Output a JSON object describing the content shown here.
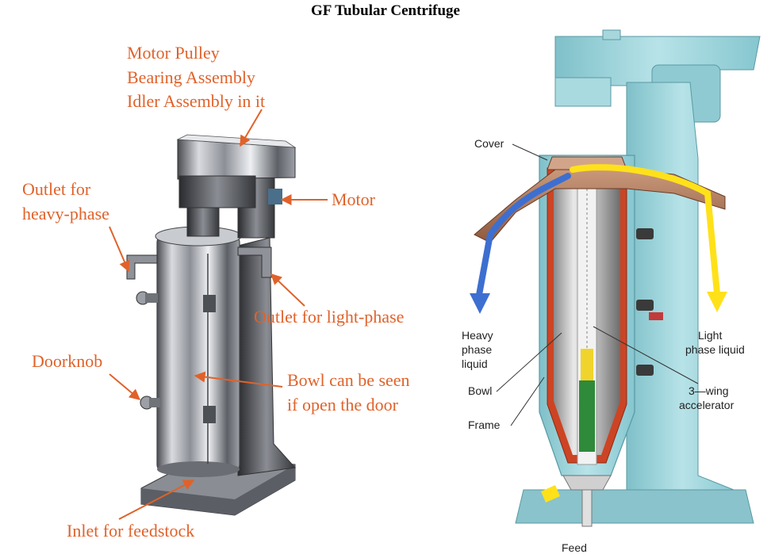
{
  "title": "GF Tubular Centrifuge",
  "colors": {
    "label_orange": "#e0622a",
    "steel": "#b9bcc2",
    "frame_blue": "#9cd3da",
    "heavy_phase_blue": "#3d6fd1",
    "light_phase_yellow": "#ffe11a",
    "bowl_red": "#cc4424"
  },
  "photo_labels": {
    "motor_pulley": [
      "Motor Pulley",
      "Bearing Assembly",
      "Idler Assembly in it"
    ],
    "outlet_heavy": [
      "Outlet for",
      "heavy-phase"
    ],
    "motor": "Motor",
    "outlet_light": "Outlet for light-phase",
    "doorknob": "Doorknob",
    "bowl": [
      "Bowl can be seen",
      "if open the door"
    ],
    "inlet": "Inlet for feedstock"
  },
  "diagram_labels": {
    "cover": "Cover",
    "heavy_phase": [
      "Heavy",
      "phase",
      "liquid"
    ],
    "light_phase": [
      "Light",
      "phase liquid"
    ],
    "bowl": "Bowl",
    "frame": "Frame",
    "accelerator": [
      "3—wing",
      "accelerator"
    ],
    "feed": "Feed"
  }
}
